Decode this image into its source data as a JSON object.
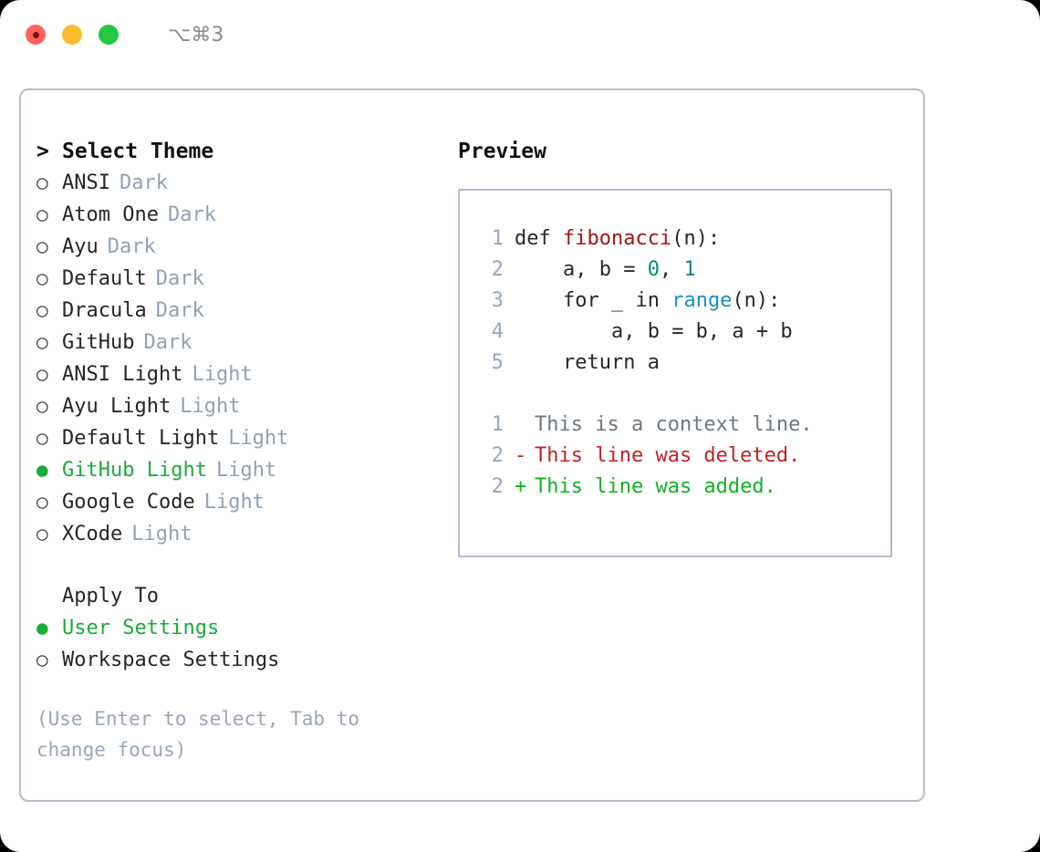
{
  "titlebar": {
    "shortcut": "⌥⌘3",
    "buttons": [
      "close",
      "minimize",
      "maximize"
    ]
  },
  "left": {
    "heading": "Select Theme",
    "caret": ">",
    "marker_unselected": "○",
    "marker_selected": "●",
    "themes": [
      {
        "name": "ANSI",
        "tag": "Dark",
        "selected": false
      },
      {
        "name": "Atom One",
        "tag": "Dark",
        "selected": false
      },
      {
        "name": "Ayu",
        "tag": "Dark",
        "selected": false
      },
      {
        "name": "Default",
        "tag": "Dark",
        "selected": false
      },
      {
        "name": "Dracula",
        "tag": "Dark",
        "selected": false
      },
      {
        "name": "GitHub",
        "tag": "Dark",
        "selected": false
      },
      {
        "name": "ANSI Light",
        "tag": "Light",
        "selected": false
      },
      {
        "name": "Ayu Light",
        "tag": "Light",
        "selected": false
      },
      {
        "name": "Default Light",
        "tag": "Light",
        "selected": false
      },
      {
        "name": "GitHub Light",
        "tag": "Light",
        "selected": true
      },
      {
        "name": "Google Code",
        "tag": "Light",
        "selected": false
      },
      {
        "name": "XCode",
        "tag": "Light",
        "selected": false
      }
    ],
    "apply_to_heading": "Apply To",
    "apply_to_options": [
      {
        "name": "User Settings",
        "selected": true
      },
      {
        "name": "Workspace Settings",
        "selected": false
      }
    ],
    "hint": "(Use Enter to select, Tab to change focus)"
  },
  "right": {
    "heading": "Preview",
    "code_lines": [
      {
        "no": "1",
        "indent": "",
        "parts": [
          {
            "t": "def ",
            "c": "kw"
          },
          {
            "t": "fibonacci",
            "c": "fn"
          },
          {
            "t": "(n):",
            "c": "text"
          }
        ]
      },
      {
        "no": "2",
        "indent": "    ",
        "parts": [
          {
            "t": "a, b = ",
            "c": "text"
          },
          {
            "t": "0",
            "c": "num"
          },
          {
            "t": ", ",
            "c": "text"
          },
          {
            "t": "1",
            "c": "num"
          }
        ]
      },
      {
        "no": "3",
        "indent": "    ",
        "parts": [
          {
            "t": "for _ in ",
            "c": "kw"
          },
          {
            "t": "range",
            "c": "call"
          },
          {
            "t": "(n):",
            "c": "text"
          }
        ]
      },
      {
        "no": "4",
        "indent": "        ",
        "parts": [
          {
            "t": "a, b = b, a + b",
            "c": "text"
          }
        ]
      },
      {
        "no": "5",
        "indent": "    ",
        "parts": [
          {
            "t": "return a",
            "c": "kw"
          }
        ]
      }
    ],
    "diff_lines": [
      {
        "no": "1",
        "sign": " ",
        "text": "This is a context line.",
        "kind": "ctx"
      },
      {
        "no": "2",
        "sign": "-",
        "text": "This line was deleted.",
        "kind": "del"
      },
      {
        "no": "2",
        "sign": "+",
        "text": "This line was added.",
        "kind": "add"
      }
    ]
  },
  "colors": {
    "accent_green": "#1aab38",
    "muted_slate": "#93a1b5",
    "border": "#b4bdcc",
    "diff_add": "#11b321",
    "diff_del": "#c32222",
    "code_fn": "#a31515",
    "code_num": "#0b8a7d",
    "code_call": "#1a8fc1"
  }
}
